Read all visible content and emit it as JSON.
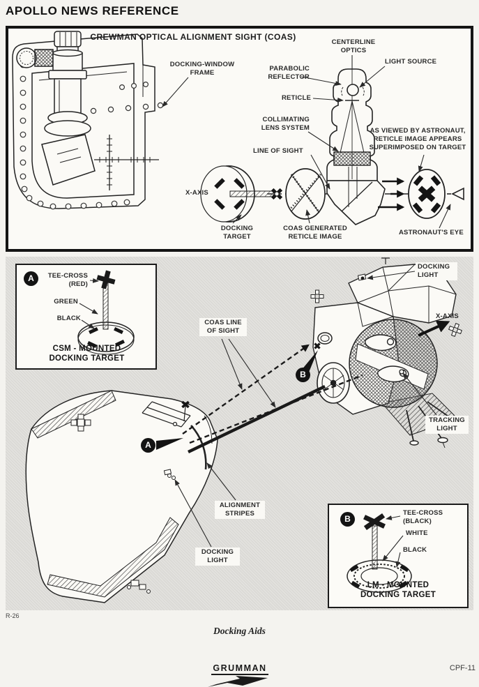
{
  "page": {
    "header": "APOLLO NEWS REFERENCE",
    "figure_number": "R-26",
    "caption": "Docking Aids",
    "logo": "GRUMMAN",
    "page_number": "CPF-11"
  },
  "coas_panel": {
    "title": "CREWMAN OPTICAL ALIGNMENT SIGHT (COAS)",
    "labels": {
      "docking_window_frame": "DOCKING-WINDOW\nFRAME",
      "centerline_optics": "CENTERLINE\nOPTICS",
      "light_source": "LIGHT SOURCE",
      "parabolic_reflector": "PARABOLIC\nREFLECTOR",
      "reticle": "RETICLE",
      "collimating_lens_system": "COLLIMATING\nLENS SYSTEM",
      "line_of_sight": "LINE OF SIGHT",
      "as_viewed": "AS VIEWED BY ASTRONAUT,\nRETICLE IMAGE APPEARS\nSUPERIMPOSED ON TARGET",
      "x_axis": "X-AXIS",
      "docking_target": "DOCKING\nTARGET",
      "coas_generated_reticle_image": "COAS GENERATED\nRETICLE IMAGE",
      "astronauts_eye": "ASTRONAUT'S EYE"
    }
  },
  "docking_panel": {
    "inset_csm": {
      "badge": "A",
      "tee_cross": "TEE-CROSS\n(RED)",
      "green": "GREEN",
      "black": "BLACK",
      "caption": "CSM - MOUNTED\nDOCKING TARGET"
    },
    "inset_lm": {
      "badge": "B",
      "tee_cross": "TEE-CROSS\n(BLACK)",
      "white": "WHITE",
      "black": "BLACK",
      "caption": "LM - MOUNTED\nDOCKING TARGET"
    },
    "labels": {
      "coas_line_of_sight": "COAS LINE\nOF SIGHT",
      "docking_light_lm": "DOCKING\nLIGHT",
      "x_axis": "X-AXIS",
      "tracking_light": "TRACKING\nLIGHT",
      "alignment_stripes": "ALIGNMENT\nSTRIPES",
      "docking_light_csm": "DOCKING\nLIGHT",
      "badge_a": "A",
      "badge_b": "B"
    }
  },
  "colors": {
    "ink": "#222222",
    "panel_gray": "#dbdad6",
    "paper": "#fbfaf6"
  }
}
